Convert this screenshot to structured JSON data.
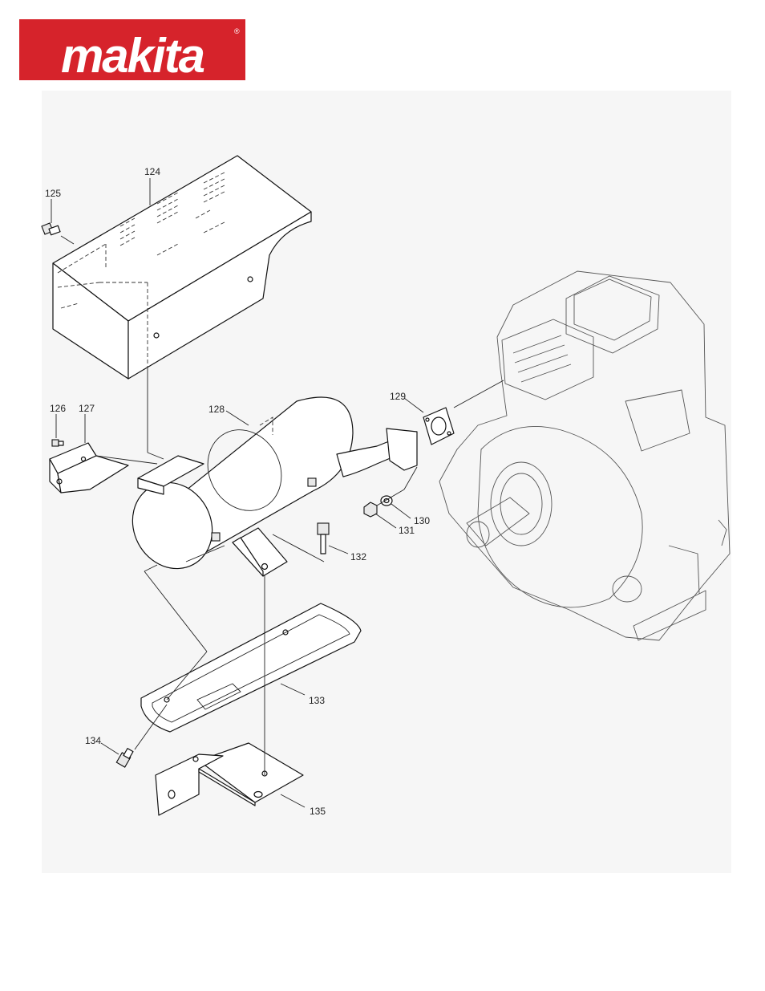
{
  "brand": {
    "logo_text": "makita",
    "registered_mark": "®",
    "color": "#d6232b"
  },
  "parts": [
    {
      "id": "124",
      "label": "124"
    },
    {
      "id": "125",
      "label": "125"
    },
    {
      "id": "126",
      "label": "126"
    },
    {
      "id": "127",
      "label": "127"
    },
    {
      "id": "128",
      "label": "128"
    },
    {
      "id": "129",
      "label": "129"
    },
    {
      "id": "130",
      "label": "130"
    },
    {
      "id": "131",
      "label": "131"
    },
    {
      "id": "132",
      "label": "132"
    },
    {
      "id": "133",
      "label": "133"
    },
    {
      "id": "134",
      "label": "134"
    },
    {
      "id": "135",
      "label": "135"
    }
  ]
}
